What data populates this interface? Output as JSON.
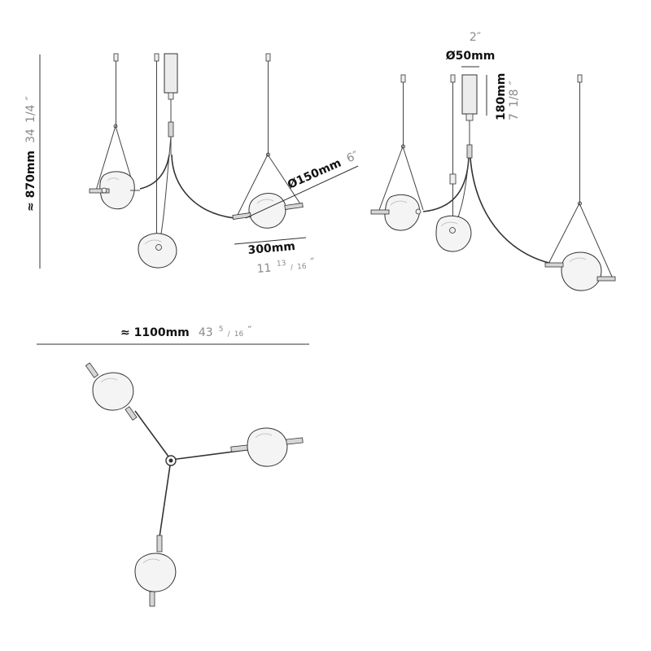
{
  "dimensions": {
    "height": {
      "metric": "≈ 870mm",
      "imperial_whole": "34",
      "imperial_fraction": "1/4",
      "inch_mark": "″"
    },
    "globe_diameter": {
      "metric": "Ø150mm",
      "imperial": "6″"
    },
    "arm_length": {
      "metric": "300mm",
      "imperial_whole": "11",
      "imperial_num": "13",
      "imperial_den": "16",
      "inch_mark": "″"
    },
    "canopy_diameter": {
      "metric": "Ø50mm",
      "imperial": "2″"
    },
    "canopy_height": {
      "metric": "180mm",
      "imperial_whole": "7",
      "imperial_fraction": "1/8",
      "inch_mark": "″"
    },
    "span": {
      "metric": "≈ 1100mm",
      "imperial_whole": "43",
      "imperial_num": "5",
      "imperial_den": "16",
      "inch_mark": "″"
    }
  },
  "views": [
    "front-elevation",
    "side-elevation",
    "top-plan"
  ]
}
